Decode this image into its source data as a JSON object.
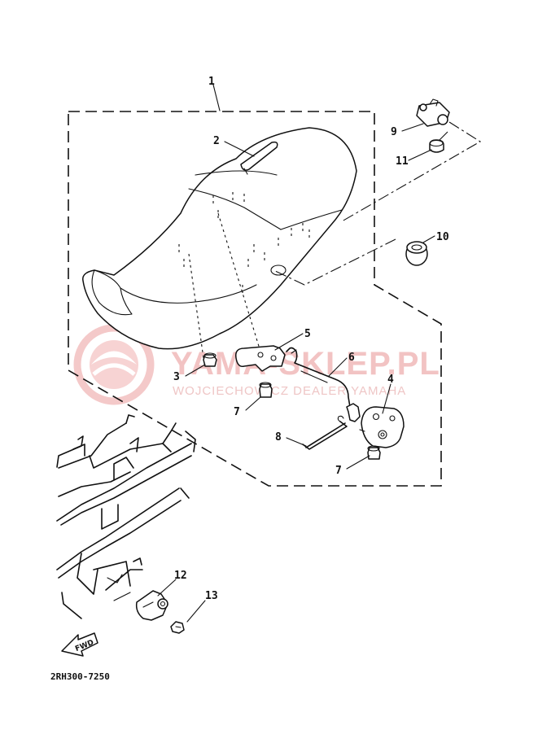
{
  "diagram_code": "2RH300-7250",
  "watermark": {
    "title": "YAMA-SKLEP.PL",
    "subtitle": "WOJCIECHOWICZ DEALER YAMAHA"
  },
  "fwd_label": "FWD",
  "callouts": [
    {
      "id": "1",
      "label": "1"
    },
    {
      "id": "2",
      "label": "2"
    },
    {
      "id": "3",
      "label": "3"
    },
    {
      "id": "4",
      "label": "4"
    },
    {
      "id": "5",
      "label": "5"
    },
    {
      "id": "6",
      "label": "6"
    },
    {
      "id": "7a",
      "label": "7"
    },
    {
      "id": "7b",
      "label": "7"
    },
    {
      "id": "8",
      "label": "8"
    },
    {
      "id": "9",
      "label": "9"
    },
    {
      "id": "10",
      "label": "10"
    },
    {
      "id": "11",
      "label": "11"
    },
    {
      "id": "12",
      "label": "12"
    },
    {
      "id": "13",
      "label": "13"
    }
  ],
  "colors": {
    "line": "#111111",
    "watermark": "#f2c3c3"
  }
}
